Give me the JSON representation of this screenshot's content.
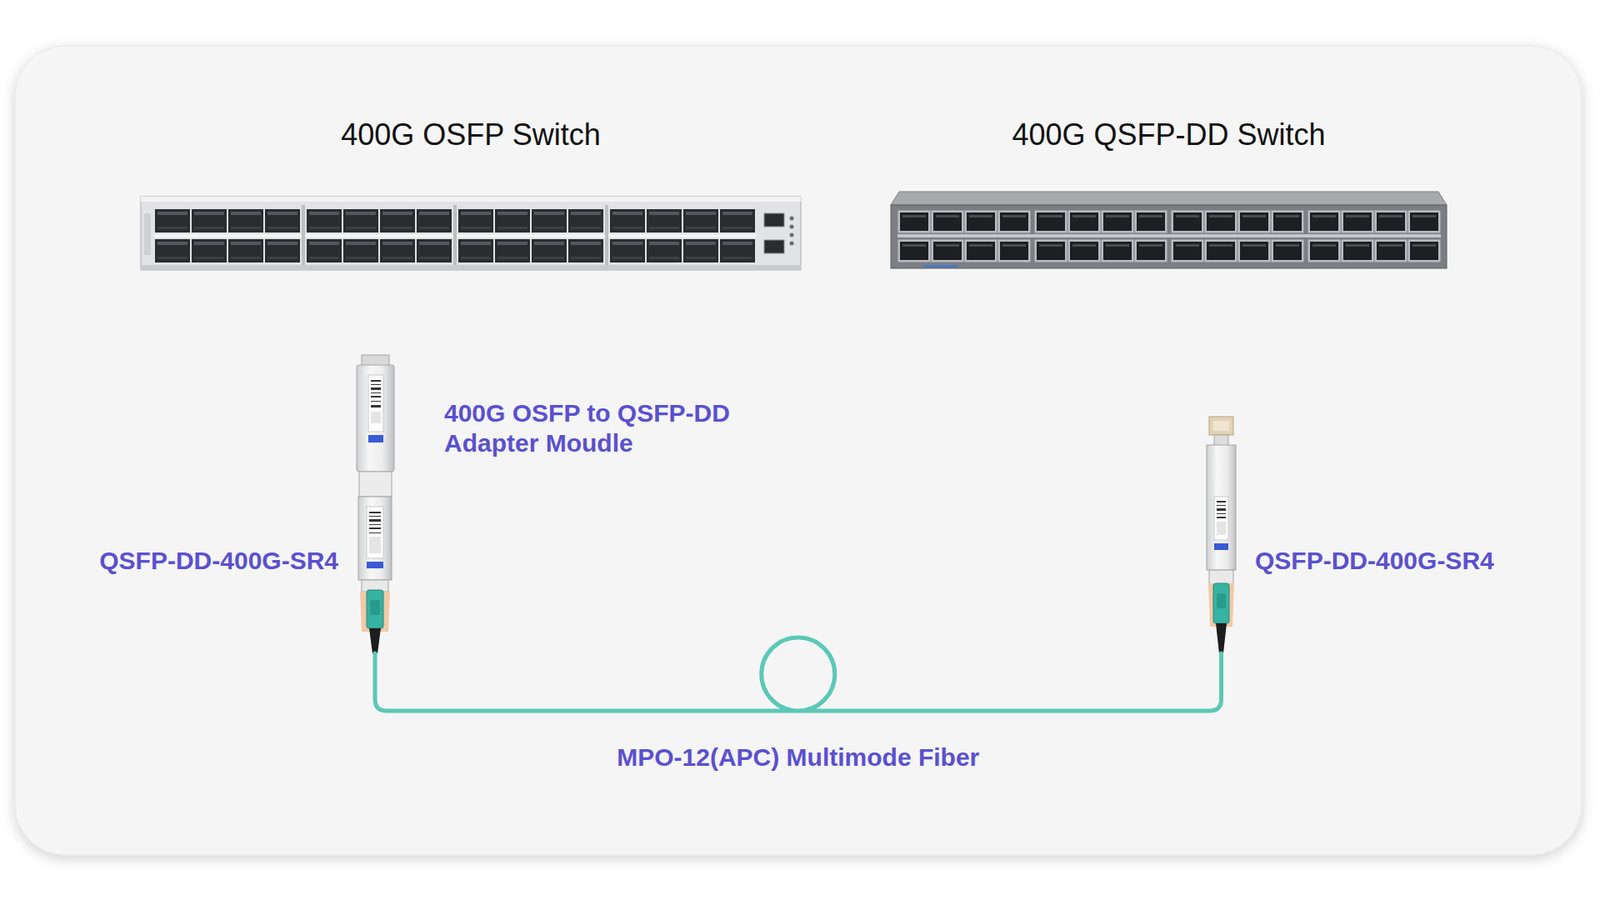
{
  "diagram": {
    "nodes": [
      {
        "text": [
          "400G OSFP Switch"
        ]
      },
      {
        "text": [
          "400G QSFP-DD Switch"
        ]
      },
      {
        "text": [
          "400G OSFP to QSFP-DD Adapter Moudle"
        ]
      },
      {
        "text": [
          "QSFP-DD-400G-SR4"
        ]
      },
      {
        "text": [
          "QSFP-DD-400G-SR4"
        ]
      }
    ],
    "edges": [
      {
        "from": 3,
        "to": 4,
        "label": "MPO-12(APC) Multimode Fiber",
        "arrow": "none"
      }
    ]
  }
}
